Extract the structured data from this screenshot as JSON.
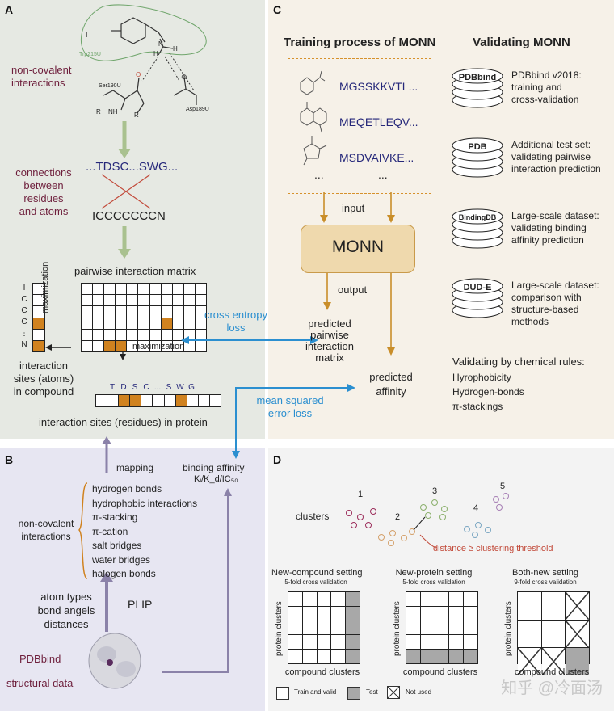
{
  "panels": {
    "a": "A",
    "b": "B",
    "c": "C",
    "d": "D"
  },
  "colors": {
    "maroon": "#6e1f3c",
    "navy": "#26287a",
    "orange": "#d0821f",
    "blue": "#2b8fd0",
    "green_arrow": "#a9c18f",
    "purple_arrow": "#8b82a9",
    "gold_arrow": "#c98e2a"
  },
  "a": {
    "noncovalent": [
      "non-covalent",
      "interactions"
    ],
    "molecule_labels": {
      "trp": "Trp215U",
      "ser": "Ser190U",
      "asp": "Asp189U",
      "i": "I",
      "h1": "H",
      "h2": "H",
      "n": "N",
      "nh": "NH",
      "r1": "R",
      "r2": "R",
      "o": "O",
      "neg": "⊖"
    },
    "connections": [
      "connections",
      "between",
      "residues",
      "and atoms"
    ],
    "sequence": "...TDSC...SWG...",
    "smiles": "ICCCCCCCN",
    "matrix_title": "pairwise interaction matrix",
    "atom_letters": [
      "I",
      "C",
      "C",
      "C",
      "⋮",
      "N"
    ],
    "maximization_vertical": "maximization",
    "maximization_horizontal": "maximization",
    "atoms_sites": [
      "interaction",
      "sites (atoms)",
      "in compound"
    ],
    "residue_letters": [
      "T",
      "D",
      "S",
      "C",
      "...",
      "S",
      "W",
      "G"
    ],
    "residues_sites": "interaction sites (residues) in protein"
  },
  "b": {
    "mapping": "mapping",
    "binding_affinity": "binding affinity",
    "ki": "Kᵢ/K_d/IC₅₀",
    "noncovalent": [
      "non-covalent",
      "interactions"
    ],
    "interactions": [
      "hydrogen bonds",
      "hydrophobic interactions",
      "π-stacking",
      "π-cation",
      "salt bridges",
      "water bridges",
      "halogen bonds"
    ],
    "atom_info": [
      "atom types",
      "bond angels",
      "distances"
    ],
    "plip": "PLIP",
    "pdbbind": "PDBbind",
    "structural": "structural data"
  },
  "c": {
    "training_title": "Training process of MONN",
    "validating_title": "Validating MONN",
    "sequences": [
      "MGSSKKVTL...",
      "MEQETLEQV...",
      "MSDVAIVKE..."
    ],
    "dots": [
      "...",
      "..."
    ],
    "input": "input",
    "monn": "MONN",
    "output": "output",
    "predicted_matrix": [
      "predicted",
      "pairwise",
      "interaction",
      "matrix"
    ],
    "predicted_affinity": [
      "predicted",
      "affinity"
    ],
    "cross_entropy": [
      "cross entropy",
      "loss"
    ],
    "mse": [
      "mean squared",
      "error loss"
    ],
    "datasets": [
      {
        "name": "PDBbind",
        "desc": [
          "PDBbind v2018:",
          "training and",
          "cross-validation"
        ]
      },
      {
        "name": "PDB",
        "desc": [
          "Additional test set:",
          "validating pairwise",
          "interaction prediction"
        ]
      },
      {
        "name": "BindingDB",
        "desc": [
          "Large-scale dataset:",
          "validating binding",
          "affinity prediction"
        ]
      },
      {
        "name": "DUD-E",
        "desc": [
          "Large-scale dataset:",
          "comparison with",
          "structure-based",
          "methods"
        ]
      }
    ],
    "rules_title": "Validating by chemical rules:",
    "rules": [
      "Hyrophobicity",
      "Hydrogen-bonds",
      "π-stackings"
    ]
  },
  "d": {
    "clusters": "clusters",
    "cluster_numbers": [
      "1",
      "2",
      "3",
      "4",
      "5"
    ],
    "threshold": "distance ≥ clustering threshold",
    "settings": [
      {
        "title": "New-compound setting",
        "sub": "5-fold cross validation"
      },
      {
        "title": "New-protein setting",
        "sub": "5-fold cross validation"
      },
      {
        "title": "Both-new setting",
        "sub": "9-fold cross validation"
      }
    ],
    "protein_clusters": "protein clusters",
    "compound_clusters": "compound clusters",
    "legend": [
      "Train and valid",
      "Test",
      "Not used"
    ]
  },
  "watermark": "知乎 @冷面汤"
}
